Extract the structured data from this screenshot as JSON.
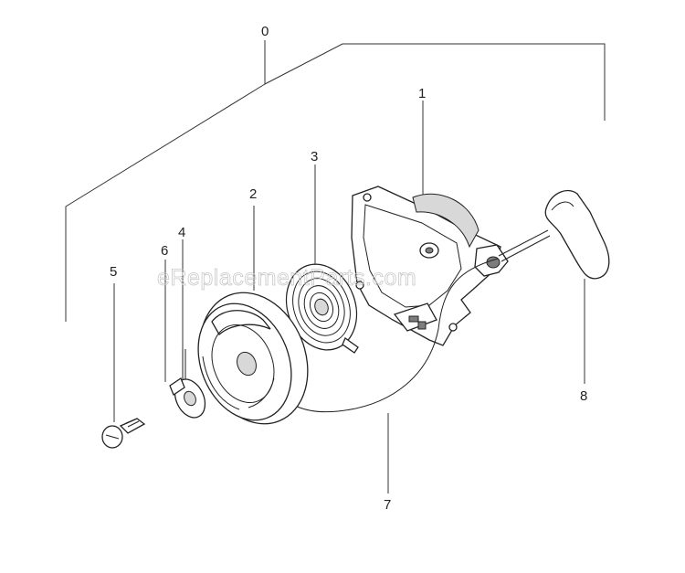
{
  "watermark": "eReplacementParts.com",
  "callouts": [
    {
      "id": "0",
      "label": "0"
    },
    {
      "id": "1",
      "label": "1"
    },
    {
      "id": "2",
      "label": "2"
    },
    {
      "id": "3",
      "label": "3"
    },
    {
      "id": "4",
      "label": "4"
    },
    {
      "id": "5",
      "label": "5"
    },
    {
      "id": "6",
      "label": "6"
    },
    {
      "id": "7",
      "label": "7"
    },
    {
      "id": "8",
      "label": "8"
    }
  ]
}
